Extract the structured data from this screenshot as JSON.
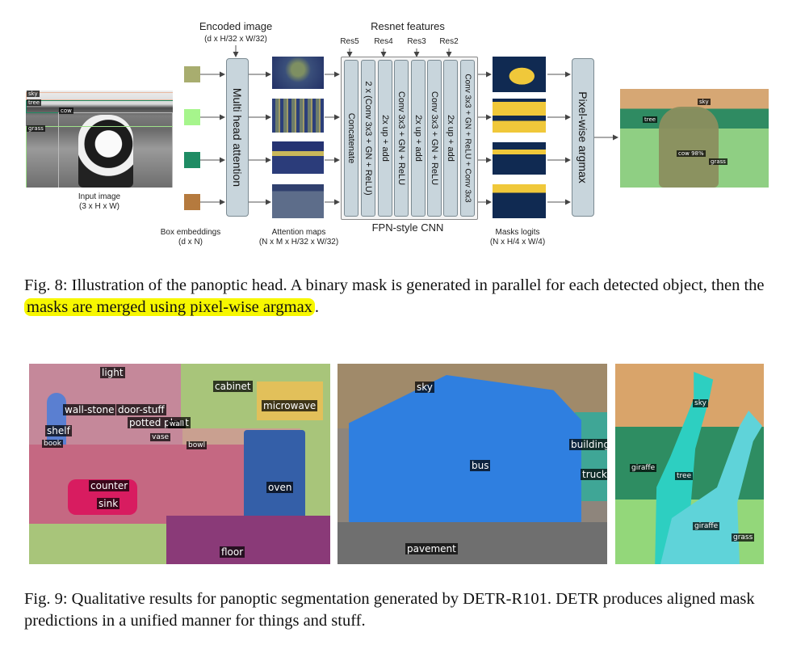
{
  "fig8": {
    "encoded_image_title": "Encoded image",
    "encoded_image_dims": "(d x H/32 x W/32)",
    "resnet_title": "Resnet features",
    "res_labels": [
      "Res5",
      "Res4",
      "Res3",
      "Res2"
    ],
    "input_image_label": "Input image",
    "input_image_dims": "(3 x H x W)",
    "box_embeddings_label": "Box embeddings",
    "box_embeddings_dims": "(d x N)",
    "mha_label": "Multi head attention",
    "attention_maps_label": "Attention maps",
    "attention_maps_dims": "(N x M x H/32 x W/32)",
    "fpn_label": "FPN-style CNN",
    "fpn_columns": [
      "Concatenate",
      "2 x (Conv 3x3 + GN + ReLU)",
      "2x up + add",
      "Conv 3x3 + GN + ReLU",
      "2x up + add",
      "Conv 3x3 + GN + ReLU",
      "2x up + add",
      "Conv 3x3 + GN + ReLU + Conv 3x3"
    ],
    "masks_logits_label": "Masks logits",
    "masks_logits_dims": "(N x H/4 x W/4)",
    "argmax_label": "Pixel-wise argmax",
    "input_tags": [
      "sky",
      "tree",
      "cow",
      "grass"
    ],
    "output_tags": [
      "sky",
      "tree",
      "cow 98%",
      "grass"
    ],
    "box_colors": [
      "#a8ad6f",
      "#a6f58c",
      "#1f8c64",
      "#b57a3e"
    ]
  },
  "caption8": {
    "prefix": "Fig. 8: Illustration of the panoptic head. A binary mask is generated in parallel for each detected object, then the ",
    "highlight": "masks are merged using pixel-wise argmax",
    "suffix": "."
  },
  "fig9": {
    "kitchen_tags": [
      "light",
      "cabinet",
      "wall-stone",
      "door-stuff",
      "microwave",
      "shelf",
      "potted plant",
      "wall",
      "vase",
      "book",
      "bowl",
      "counter",
      "sink",
      "oven",
      "floor"
    ],
    "bus_tags": [
      "sky",
      "bus",
      "building",
      "truck",
      "pavement"
    ],
    "giraffe_tags": [
      "sky",
      "giraffe",
      "tree",
      "giraffe",
      "grass"
    ]
  },
  "caption9": {
    "text": "Fig. 9: Qualitative results for panoptic segmentation generated by DETR-R101. DETR produces aligned mask predictions in a unified manner for things and stuff."
  }
}
